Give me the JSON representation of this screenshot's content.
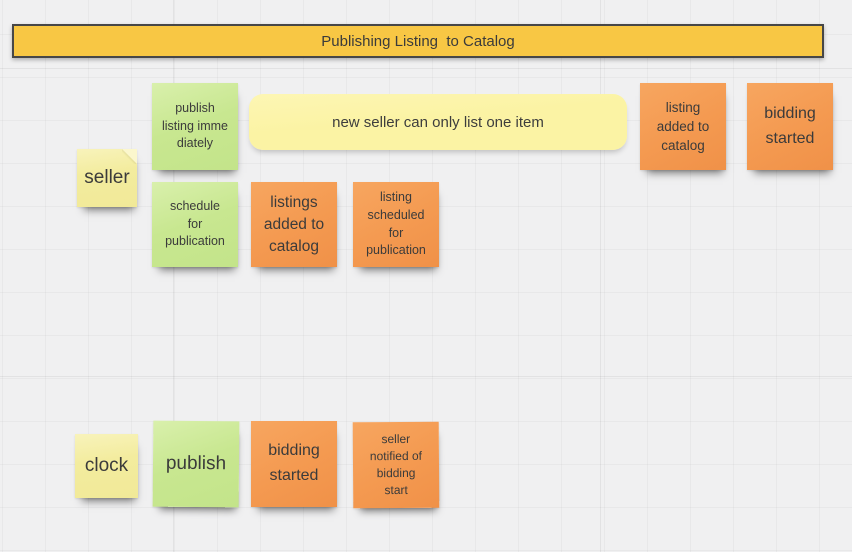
{
  "canvas": {
    "background": "#f0f0f1"
  },
  "banner": {
    "label": "Publishing Listing  to Catalog",
    "fill": "#f8c744",
    "border_color": "#474747"
  },
  "constraint_note": {
    "text": "new seller can only list one item",
    "fill": "#fbf3a4"
  },
  "palette": {
    "yellow_note": "#f3ec9e",
    "green_note": "#c8e790",
    "orange_note": "#f49a51"
  },
  "notes": [
    {
      "id": "seller",
      "text": "seller",
      "color": "yellow"
    },
    {
      "id": "publish-listing-immediately",
      "text": "publish\nlisting imme\ndiately",
      "color": "green"
    },
    {
      "id": "listing-added-to-catalog",
      "text": "listing\nadded to\ncatalog",
      "color": "orange"
    },
    {
      "id": "bidding-started-top",
      "text": "bidding\nstarted",
      "color": "orange"
    },
    {
      "id": "schedule-for-publication",
      "text": "schedule\nfor\npublication",
      "color": "green"
    },
    {
      "id": "listings-added-to-catalog",
      "text": "listings\nadded to\ncatalog",
      "color": "orange"
    },
    {
      "id": "listing-scheduled-for-publication",
      "text": "listing\nscheduled\nfor\npublication",
      "color": "orange"
    },
    {
      "id": "clock",
      "text": "clock",
      "color": "yellow"
    },
    {
      "id": "publish",
      "text": "publish",
      "color": "green"
    },
    {
      "id": "bidding-started-bottom",
      "text": "bidding\nstarted",
      "color": "orange"
    },
    {
      "id": "seller-notified-of-bidding-start",
      "text": "seller\nnotified of\nbidding\nstart",
      "color": "orange"
    }
  ]
}
